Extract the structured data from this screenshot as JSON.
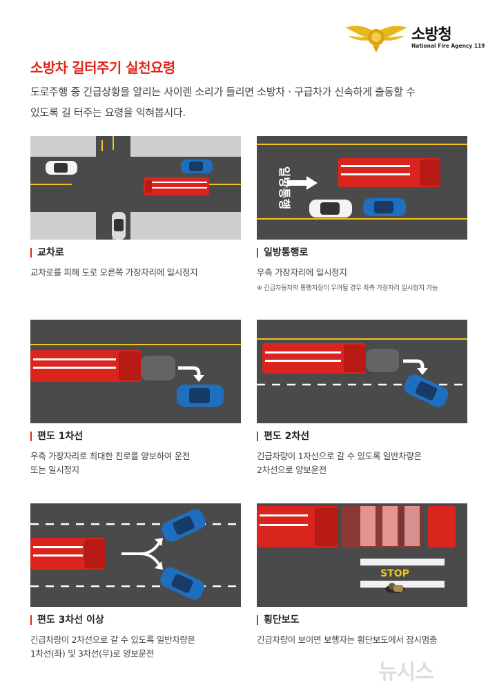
{
  "header": {
    "agency_name_ko": "소방청",
    "agency_name_en": "National Fire Agency 119"
  },
  "title": "소방차 길터주기 실천요령",
  "intro_line1": "도로주행 중 긴급상황을 알리는 사이렌 소리가 들리면 소방차 · 구급차가 신속하게 출동할 수",
  "intro_line2": "있도록 길 터주는 요령을 익혀봅시다.",
  "panels": {
    "intersection": {
      "heading": "교차로",
      "body": "교차로를 피해 도로 오른쪽 가장자리에 일시정지"
    },
    "oneway": {
      "heading": "일방통행로",
      "body": "우측 가장자리에 일시정지",
      "note": "※ 긴급자동차의 통행지장이 우려될 경우 좌측 가장자리 일시정지 가능",
      "road_text": "일방통행"
    },
    "one_lane": {
      "heading": "편도 1차선",
      "body1": "우측 가장자리로 최대한 진로를 양보하여 운전",
      "body2": "또는 일시정지"
    },
    "two_lane": {
      "heading": "편도 2차선",
      "body1": "긴급차량이 1차선으로 갈 수 있도록 일반차량은",
      "body2": "2차선으로 양보운전"
    },
    "three_lane": {
      "heading": "편도 3차선 이상",
      "body1": "긴급차량이 2차선으로 갈 수 있도록 일반차량은",
      "body2": "1차선(좌) 및 3차선(우)로 양보운전"
    },
    "crosswalk": {
      "heading": "횡단보도",
      "body": "긴급차량이 보이면 보행자는 횡단보도에서 잠시멈춤",
      "stop_text": "STOP"
    }
  },
  "watermark": "뉴시스",
  "colors": {
    "accent": "#e2231a",
    "road": "#4a4a4a",
    "sidewalk": "#cfcfcf",
    "lane_yellow": "#f2c318",
    "truck_red": "#d9251d",
    "car_blue": "#1f6fc0",
    "emblem_gold": "#e8b71a"
  }
}
